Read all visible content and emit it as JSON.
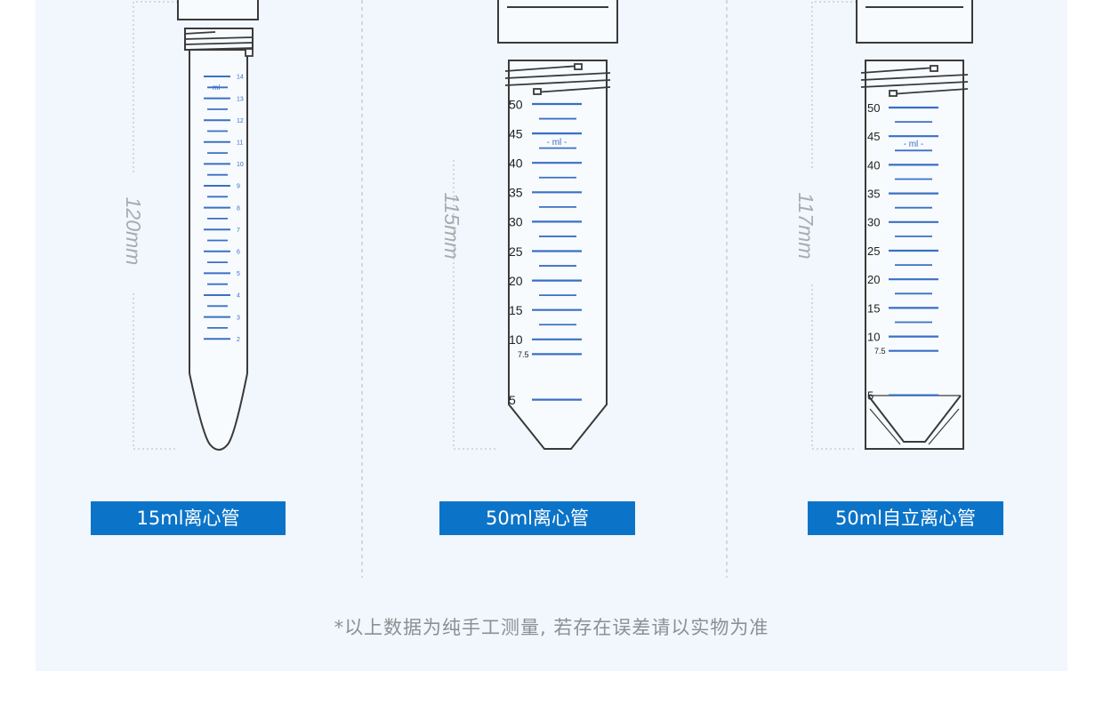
{
  "tubes": [
    {
      "label": "15ml离心管",
      "dimension": "120mm",
      "unit": "ml",
      "scale": [
        "14",
        "13",
        "12",
        "11",
        "10",
        "9",
        "8",
        "7",
        "6",
        "5",
        "4",
        "3",
        "2"
      ]
    },
    {
      "label": "50ml离心管",
      "dimension": "115mm",
      "unit": "ml",
      "scale": [
        "50",
        "45",
        "40",
        "35",
        "30",
        "25",
        "20",
        "15",
        "10",
        "7.5",
        "5"
      ]
    },
    {
      "label": "50ml自立离心管",
      "dimension": "117mm",
      "unit": "ml",
      "scale": [
        "50",
        "45",
        "40",
        "35",
        "30",
        "25",
        "20",
        "15",
        "10",
        "7.5",
        "5"
      ]
    }
  ],
  "footnote": "*以上数据为纯手工测量, 若存在误差请以实物为准",
  "colors": {
    "background": "#f1f7fc",
    "label_bg": "#0b74c8",
    "graduation": "#3b6fc4",
    "outline": "#3a3a3a"
  }
}
